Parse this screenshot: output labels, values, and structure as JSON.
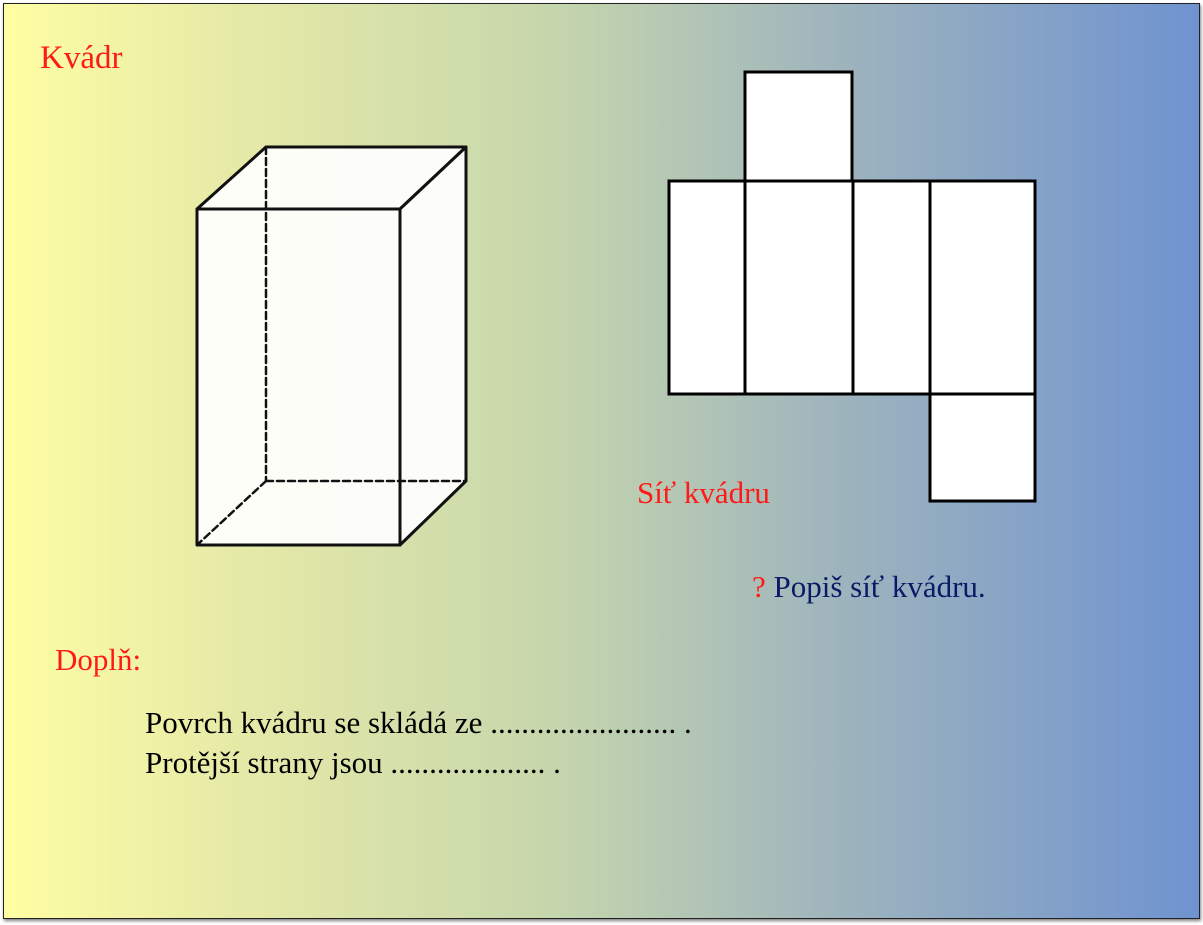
{
  "title": "Kvádr",
  "net_label": "Síť kvádru",
  "question": {
    "mark": "?",
    "text": "Popiš síť kvádru."
  },
  "fill_in": {
    "heading": "Doplň:",
    "sentences": [
      "Povrch kvádru se skládá ze ........................ .",
      "Protější strany jsou .................... ."
    ]
  },
  "colors": {
    "accent_red": "#ff1a1a",
    "navy_text": "#0b1a66",
    "gradient_left": "#fefea3",
    "gradient_right": "#6f93d0"
  }
}
